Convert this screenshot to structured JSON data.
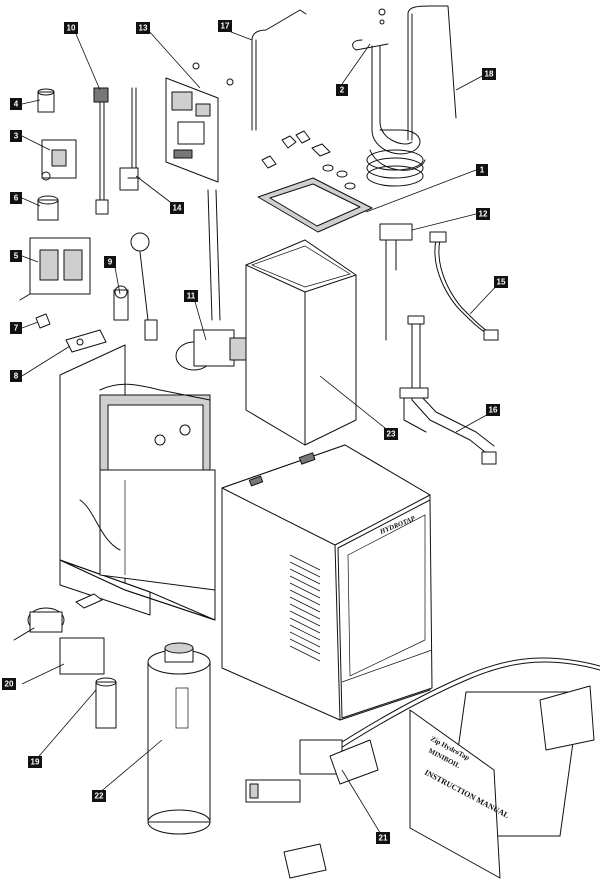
{
  "callouts": [
    "1",
    "2",
    "3",
    "4",
    "5",
    "6",
    "7",
    "8",
    "9",
    "10",
    "11",
    "12",
    "13",
    "14",
    "15",
    "16",
    "17",
    "18",
    "19",
    "20",
    "21",
    "22",
    "23"
  ],
  "manual": {
    "brand": "Zip HydroTap",
    "model": "MINIBOIL",
    "title": "INSTRUCTION MANUAL"
  },
  "logo_text": "HYDROTAP"
}
